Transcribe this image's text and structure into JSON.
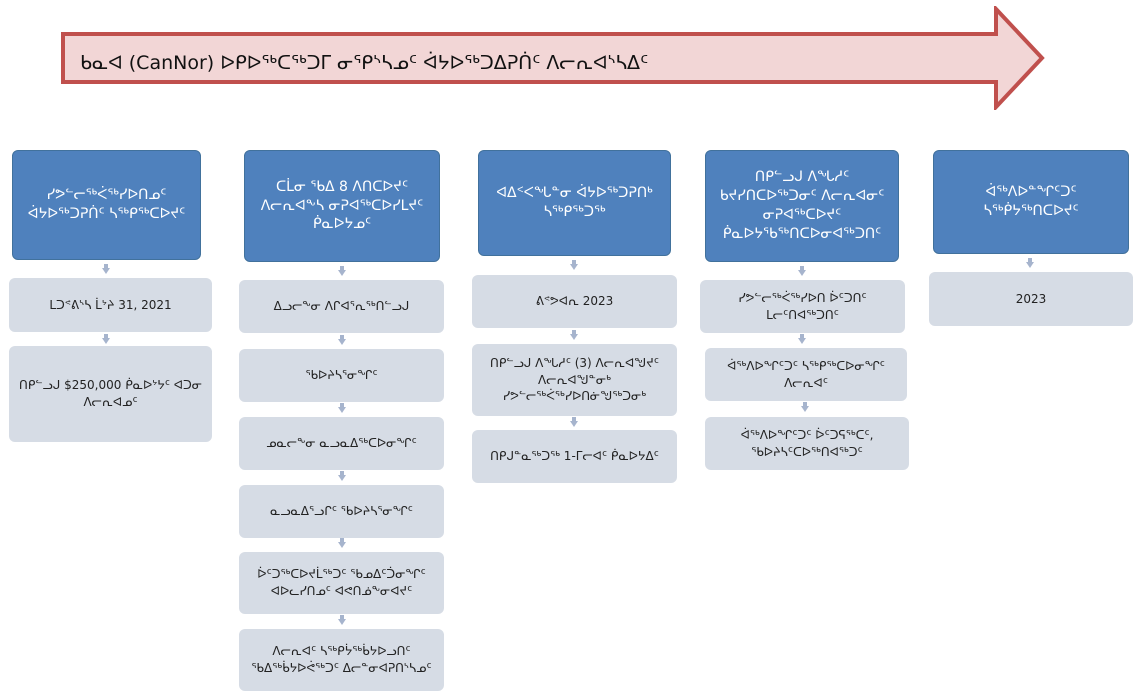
{
  "arrow": {
    "text": "ᑲᓇᐊ (CanNor) ᐅᑭᐅᖅᑕᖅᑐᒥ ᓂᕿᔅᓴᓄᑦ ᐋᔭᐅᖅᑐᐃᕈᑏᑦ ᐱᓕᕆᐊᔅᓴᐃᑦ"
  },
  "columns": [
    {
      "header": "ᓯᕗᓪᓕᖅᐹᖅᓯᐅᑎᓄᑦ ᐋᔭᐅᖅᑐᕈᑏᑦ ᓴᖅᑭᖅᑕᐅᔪᑦ",
      "items": [
        "ᒪᑐᕝᕕᔅᓴ ᒫᔾᔨ 31, 2021",
        "ᑎᑭᓪᓗᒍ $250,000 ᑮᓇᐅᔾᔭᑦ ᐊᑐᓂ ᐱᓕᕆᐊᓄᑦ"
      ]
    },
    {
      "header": "ᑕᒫᓂ ᖃᐃ 8 ᐱᑎᑕᐅᔪᑦ ᐱᓕᕆᐊᖕᓴ ᓂᕈᐊᖅᑕᐅᓯᒪᔪᑦ ᑮᓇᐅᔭᓄᑦ",
      "items": [
        "ᐃᓗᓕᖕᓂ ᐱᒋᐊᕐᕆᖅᑎᓪᓗᒍ",
        "ᖃᐅᔨᓴᕐᓂᖏᑦ",
        "ᓄᓇᓕᖕᓂ ᓇᓗᓇᐃᖅᑕᐅᓂᖏᑦ",
        "ᓇᓗᓇᐃᕐᓗᒋᑦ ᖃᐅᔨᓴᕐᓂᖏᑦ",
        "ᐆᑦᑐᖅᑕᐅᔪᒫᖅᑐᑦ ᖃᓄᐃᑦᑑᓂᖏᑦ ᐊᐅᓚᓯᑎᓄᑦ ᐊᕙᑎᓅᖕᓂᐊᔪᑦ",
        "ᐱᓕᕆᐊᑦ ᓴᖅᑭᔮᖅᑳᔭᐅᓗᑎᑦ ᖃᐃᖅᑳᔭᐅᕚᖅᑐᑦ ᐃᓕᓐᓂᐊᕈᑎᔅᓴᓄᑦ"
      ]
    },
    {
      "header": "ᐊᐃᑉᐸᖓᓐᓂ ᐋᔭᐅᖅᑐᕈᑎᒃ ᓴᖅᑭᖅᑐᖅ",
      "items": [
        "ᕕᕝᕗᐊᕆ 2023",
        "ᑎᑭᓪᓗᒍ ᐱᖓᓱᑦ (3) ᐱᓕᕆᐊᖑᔪᑦ ᐱᓕᕆᐊᖑᓐᓂᒃ ᓯᕗᓪᓕᖅᐹᖅᓯᐅᑎᓃᖑᖅᑐᓂᒃ",
        "ᑎᑭᒍᓐᓇᖅᑐᖅ 1-ᒥᓕᐊᑦ ᑮᓇᐅᔭᐃᑦ"
      ]
    },
    {
      "header": "ᑎᑭᓪᓗᒍ ᐱᖓᓱᑦ ᑲᔪᓯᑎᑕᐅᖅᑐᓂᑦ ᐱᓕᕆᐊᓂᑦ ᓂᕈᐊᖅᑕᐅᔪᑦ ᑮᓇᐅᔭᖃᖅᑎᑕᐅᓂᐊᖅᑐᑎᑦ",
      "items": [
        "ᓯᕗᓪᓕᖅᐹᖅᓯᐅᑎ ᐆᑦᑐᑎᑦ ᒪᓕᑦᑎᐊᖅᑐᑎᑦ",
        "ᐋᖅᐱᐅᖏᑦᑐᑦ ᓴᖅᑭᖅᑕᐅᓂᖏᑦ ᐱᓕᕆᐊᑦ",
        "ᐋᖅᐱᐅᖏᑦᑐᑦ ᐆᑦᑐᕋᖅᑕᑦ, ᖃᐅᔨᓴᑦᑕᐅᖅᑎᐊᖅᑐᑦ"
      ]
    },
    {
      "header": "ᐋᖅᐱᐅᓐᖏᑦᑐᑦ ᓴᖅᑮᔭᖅᑎᑕᐅᔪᑦ",
      "items": [
        "2023"
      ]
    }
  ],
  "colors": {
    "header_fill": "#4f81bd",
    "box_fill": "#d6dce5",
    "arrow_fill": "#f2d6d6",
    "arrow_stroke": "#c0504d"
  }
}
